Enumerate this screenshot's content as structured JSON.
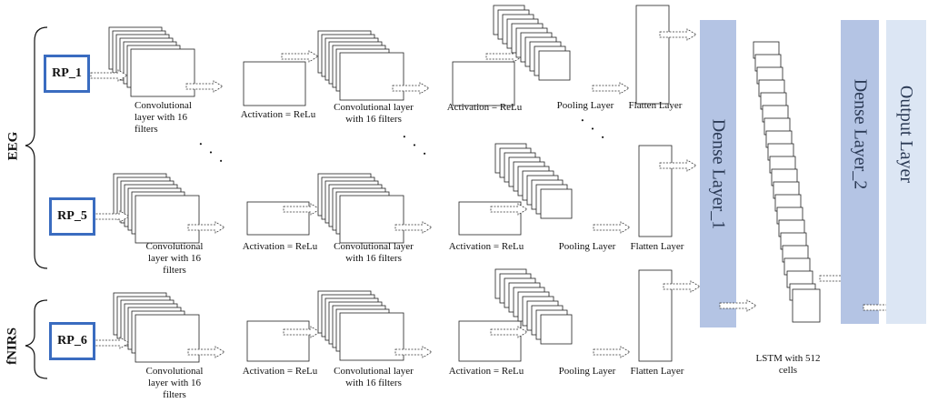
{
  "groups": {
    "eeg": "EEG",
    "fnirs": "fNIRS"
  },
  "inputs": [
    "RP_1",
    "RP_5",
    "RP_6"
  ],
  "labels": {
    "conv": "Convolutional\nlayer with 16\nfilters",
    "conv2": "Convolutional  layer\nwith 16 filters",
    "activation": "Activation = ReLu",
    "pooling": "Pooling  Layer",
    "flatten": "Flatten Layer",
    "lstm": "LSTM with 512\ncells"
  },
  "bars": {
    "dense1": "Dense Layer_1",
    "dense2": "Dense Layer_2",
    "output": "Output Layer"
  },
  "colors": {
    "rp_border": "#3a6cc0",
    "dense": "#b4c4e4",
    "output": "#dce6f4"
  },
  "ellipsis": "· · ·"
}
